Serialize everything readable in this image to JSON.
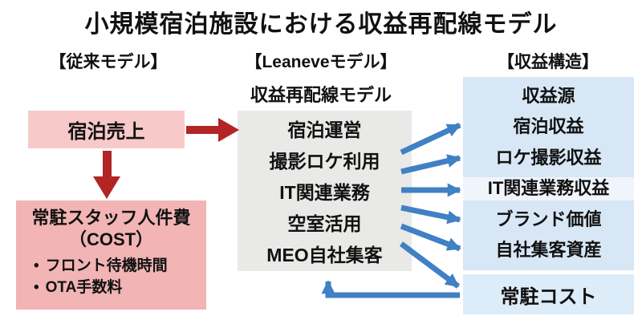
{
  "title": "小規模宿泊施設における収益再配線モデル",
  "bullet": "•",
  "columns": {
    "left": {
      "header": "【従来モデル】",
      "sales_box": "宿泊売上",
      "cost_box": {
        "line1": "常駐スタッフ人件費",
        "line2": "（COST）",
        "bullets": [
          "フロント待機時間",
          "OTA手数料"
        ]
      }
    },
    "center": {
      "header": "【Leaneveモデル】",
      "subtitle": "収益再配線モデル",
      "items": [
        "宿泊運営",
        "撮影ロケ利用",
        "IT関連業務",
        "空室活用",
        "MEO自社集客"
      ]
    },
    "right": {
      "header": "【収益構造】",
      "items": [
        "収益源",
        "宿泊収益",
        "ロケ撮影収益",
        "IT関連業務収益",
        "ブランド価値",
        "自社集客資産"
      ],
      "resident_cost": "常駐コスト"
    }
  },
  "colors": {
    "red-arrow": "#b32424",
    "blue-arrow": "#4080c4",
    "sales-box": "#f7c9c9",
    "cost-box": "#f2b4b4",
    "model-box": "#e9e9e7",
    "revenue-box": "#d8e7f5",
    "resident-box": "#ddecf9",
    "text": "#111111",
    "background": "#ffffff"
  }
}
